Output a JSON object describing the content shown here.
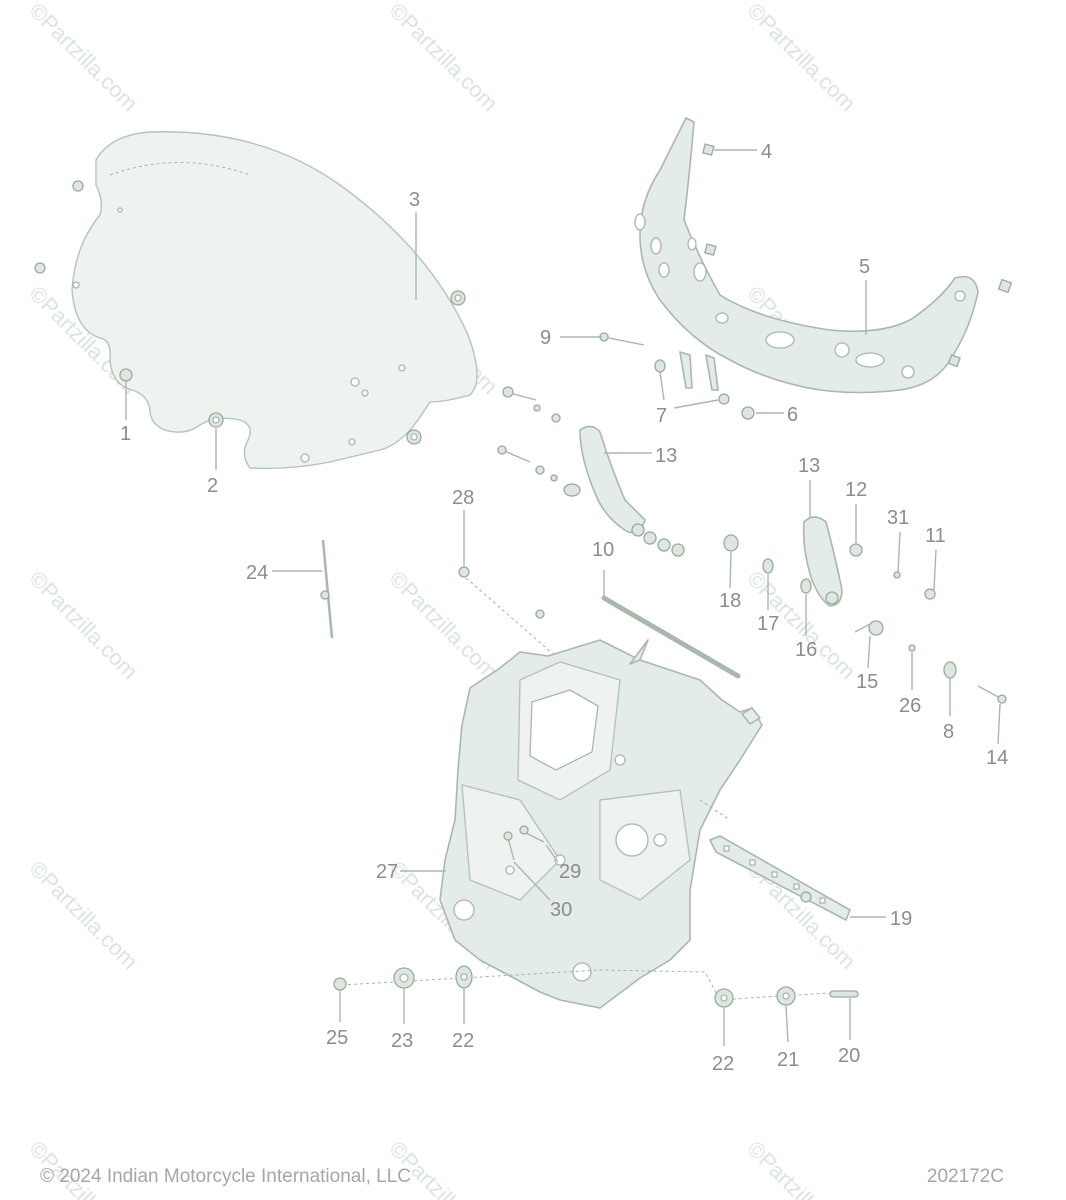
{
  "diagram": {
    "watermark": "©Partzilla.com",
    "copyright": "© 2024 Indian Motorcycle International, LLC",
    "diagram_code": "202172C",
    "callouts": [
      "1",
      "2",
      "3",
      "4",
      "5",
      "6",
      "7",
      "8",
      "9",
      "10",
      "11",
      "12",
      "13",
      "13",
      "14",
      "15",
      "16",
      "17",
      "18",
      "19",
      "20",
      "21",
      "22",
      "22",
      "23",
      "24",
      "25",
      "26",
      "27",
      "28",
      "29",
      "30",
      "31"
    ]
  }
}
